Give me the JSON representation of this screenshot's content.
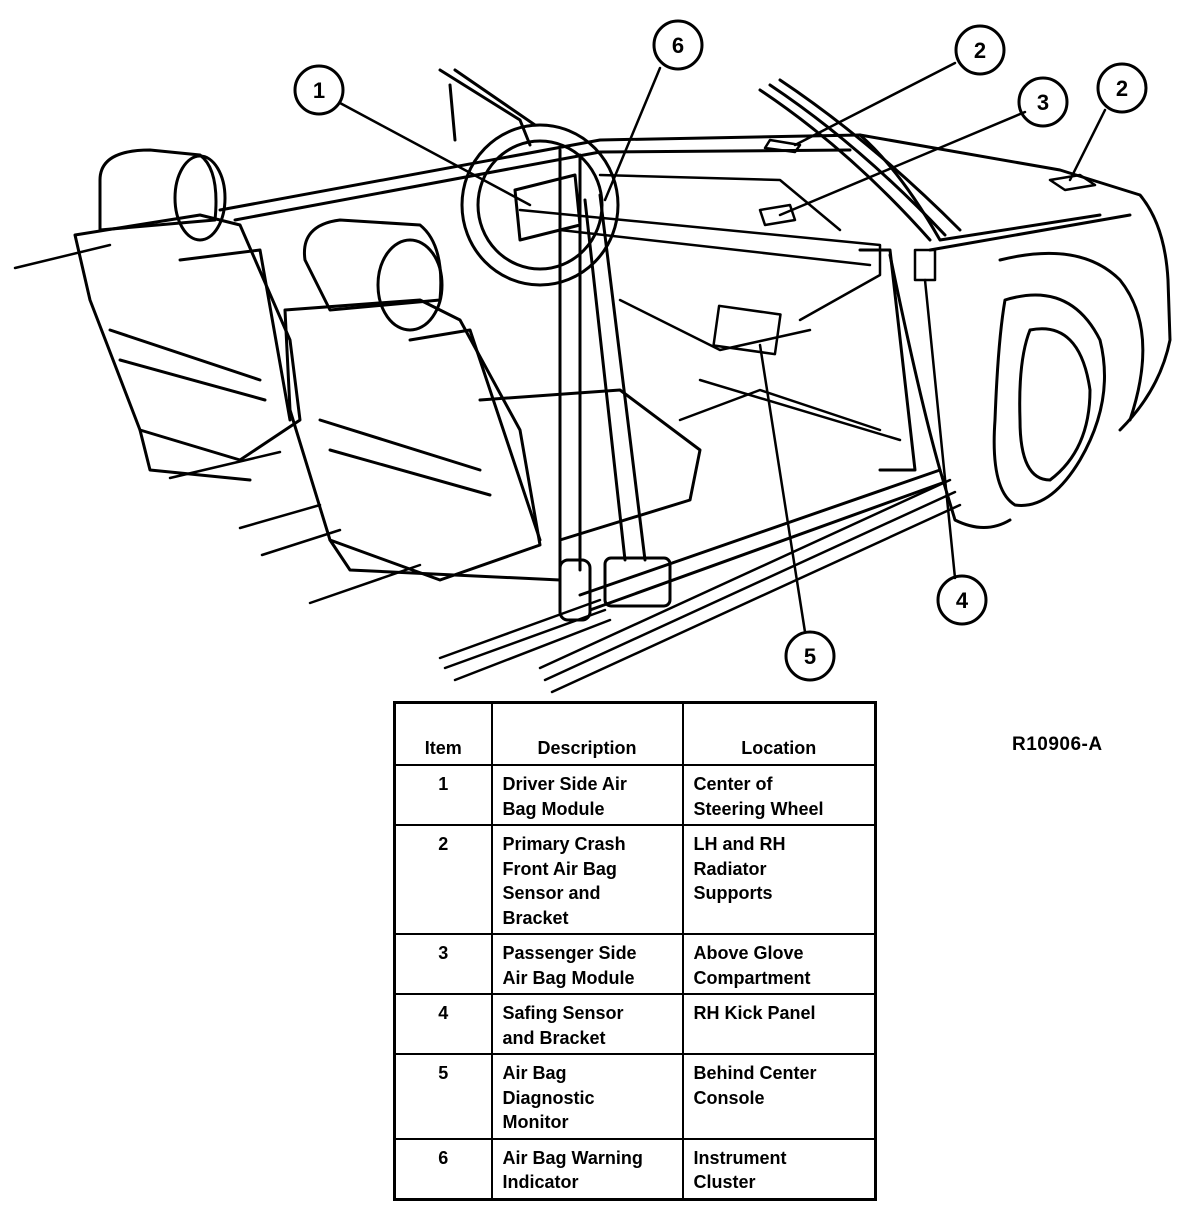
{
  "figure_id": "R10906-A",
  "callouts": [
    "1",
    "2",
    "3",
    "2",
    "4",
    "5",
    "6"
  ],
  "table": {
    "headers": [
      "Item",
      "Description",
      "Location"
    ],
    "rows": [
      {
        "item": "1",
        "description": [
          "Driver Side Air",
          "Bag Module"
        ],
        "location": [
          "Center of",
          "Steering Wheel"
        ]
      },
      {
        "item": "2",
        "description": [
          "Primary Crash",
          "Front Air Bag",
          "Sensor and",
          "Bracket"
        ],
        "location": [
          "LH and RH",
          "Radiator",
          "Supports"
        ]
      },
      {
        "item": "3",
        "description": [
          "Passenger Side",
          "Air Bag Module"
        ],
        "location": [
          "Above Glove",
          "Compartment"
        ]
      },
      {
        "item": "4",
        "description": [
          "Safing Sensor",
          "and Bracket"
        ],
        "location": [
          "RH Kick Panel"
        ]
      },
      {
        "item": "5",
        "description": [
          "Air Bag",
          "Diagnostic",
          "Monitor"
        ],
        "location": [
          "Behind Center",
          "Console"
        ]
      },
      {
        "item": "6",
        "description": [
          "Air Bag Warning",
          "Indicator"
        ],
        "location": [
          "Instrument",
          "Cluster"
        ]
      }
    ]
  }
}
